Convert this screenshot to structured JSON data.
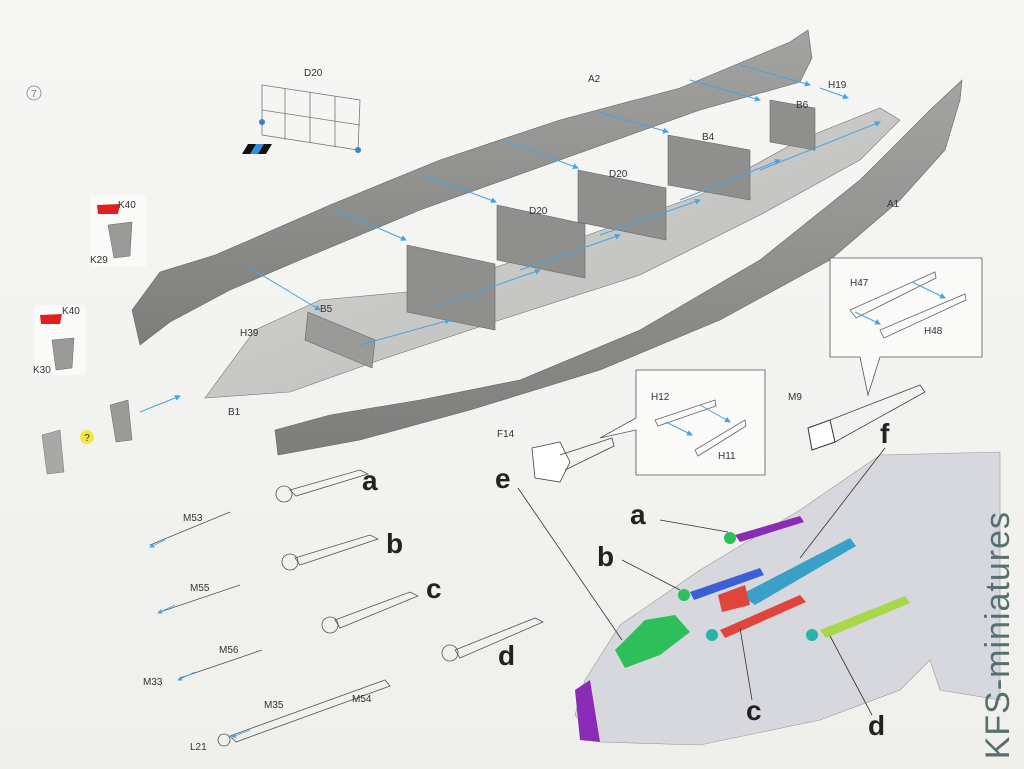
{
  "step_number": "7",
  "part_labels": {
    "d20_top": "D20",
    "a2": "A2",
    "h19": "H19",
    "b6": "B6",
    "b4": "B4",
    "d20_mid1": "D20",
    "d20_mid2": "D20",
    "a1": "A1",
    "b5": "B5",
    "h39": "H39",
    "b1": "B1",
    "k40_1": "K40",
    "k29": "K29",
    "k40_2": "K40",
    "k30": "K30",
    "h47": "H47",
    "h48": "H48",
    "h12": "H12",
    "h11": "H11",
    "f14": "F14",
    "m9": "M9",
    "m53": "M53",
    "m55": "M55",
    "m56": "M56",
    "m33": "M33",
    "m35": "M35",
    "m54": "M54",
    "l21": "L21"
  },
  "callouts": {
    "a": "a",
    "b": "b",
    "c": "c",
    "d": "d",
    "e": "e",
    "f": "f",
    "a2": "a",
    "b2": "b",
    "c2": "c",
    "d2": "d"
  },
  "help_marker": "?",
  "watermark": "KFS-miniatures",
  "colors": {
    "grey_part": "#8d8d8b",
    "grey_dark": "#6e6e6c",
    "arrow_blue": "#4aa3df",
    "purple": "#8a2bb5",
    "green": "#2fbf5a",
    "blue": "#3b5fd6",
    "red": "#e0453c",
    "lime": "#a8d84a",
    "teal": "#2ab3a8",
    "decal_red": "#e02020",
    "marker_yellow": "#f4e542"
  }
}
